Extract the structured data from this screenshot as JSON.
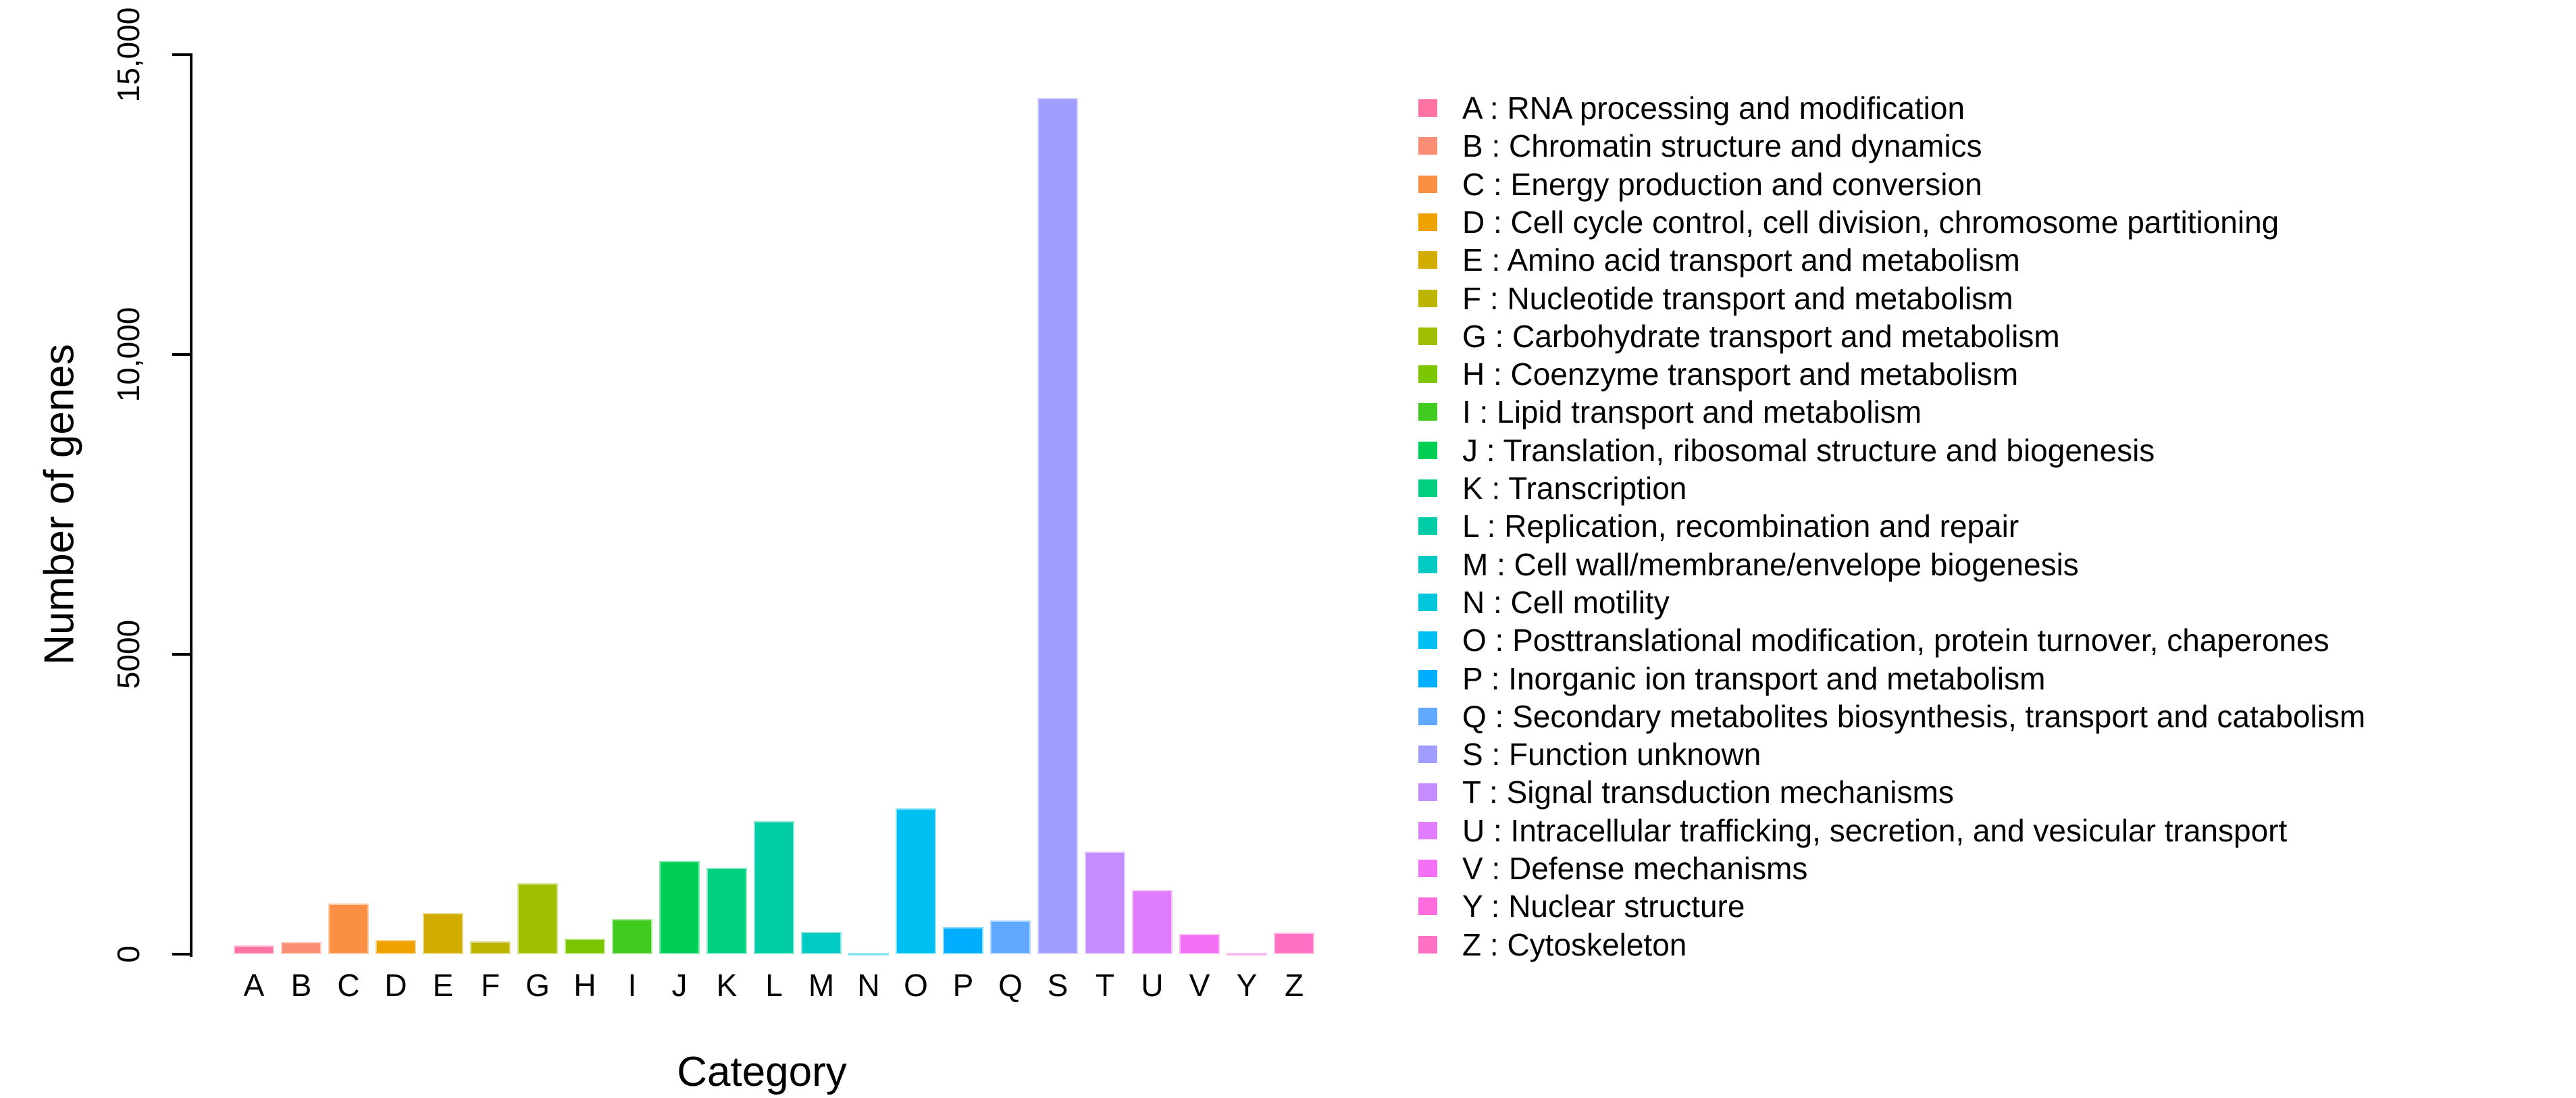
{
  "chart_data": {
    "type": "bar",
    "title": "",
    "xlabel": "Category",
    "ylabel": "Number of genes",
    "ylim": [
      0,
      15000
    ],
    "grid": false,
    "legend_position": "right-of-plot",
    "ytick_values": [
      0,
      5000,
      10000,
      15000
    ],
    "ytick_labels": [
      "0",
      "5000",
      "10,000",
      "15,000"
    ],
    "categories": [
      "A",
      "B",
      "C",
      "D",
      "E",
      "F",
      "G",
      "H",
      "I",
      "J",
      "K",
      "L",
      "M",
      "N",
      "O",
      "P",
      "Q",
      "S",
      "T",
      "U",
      "V",
      "Y",
      "Z"
    ],
    "values": [
      150,
      200,
      845,
      240,
      690,
      215,
      1180,
      255,
      585,
      1550,
      1440,
      2220,
      370,
      25,
      2430,
      445,
      560,
      14280,
      1710,
      1070,
      335,
      15,
      360
    ],
    "colors": [
      "#FF72A4",
      "#FC8D75",
      "#FB8F43",
      "#EFA100",
      "#D3AC00",
      "#BDB400",
      "#9FBE00",
      "#7BC600",
      "#41CB21",
      "#00CE55",
      "#00CF80",
      "#00CCA6",
      "#00CAC1",
      "#00C6DB",
      "#00BFF3",
      "#00AEFF",
      "#61A8FF",
      "#A09DFF",
      "#C48CFF",
      "#E07DFF",
      "#F471F5",
      "#FF6CDD",
      "#FF71C2"
    ],
    "legend_separator": " :  ",
    "legend_labels": [
      "RNA processing and modification",
      "Chromatin structure and dynamics",
      "Energy production and conversion",
      "Cell cycle control, cell division, chromosome partitioning",
      "Amino acid transport and metabolism",
      "Nucleotide transport and metabolism",
      "Carbohydrate transport and metabolism",
      "Coenzyme transport and metabolism",
      "Lipid transport and metabolism",
      "Translation, ribosomal structure and biogenesis",
      "Transcription",
      "Replication, recombination and repair",
      "Cell wall/membrane/envelope biogenesis",
      "Cell motility",
      "Posttranslational modification, protein turnover, chaperones",
      "Inorganic ion transport and metabolism",
      "Secondary metabolites biosynthesis, transport and catabolism",
      "Function unknown",
      "Signal transduction mechanisms",
      "Intracellular trafficking, secretion, and vesicular transport",
      "Defense mechanisms",
      "Nuclear structure",
      "Cytoskeleton"
    ],
    "text_color": "#000000",
    "axis_color": "#000000",
    "background_color": "#FFFFFF"
  }
}
